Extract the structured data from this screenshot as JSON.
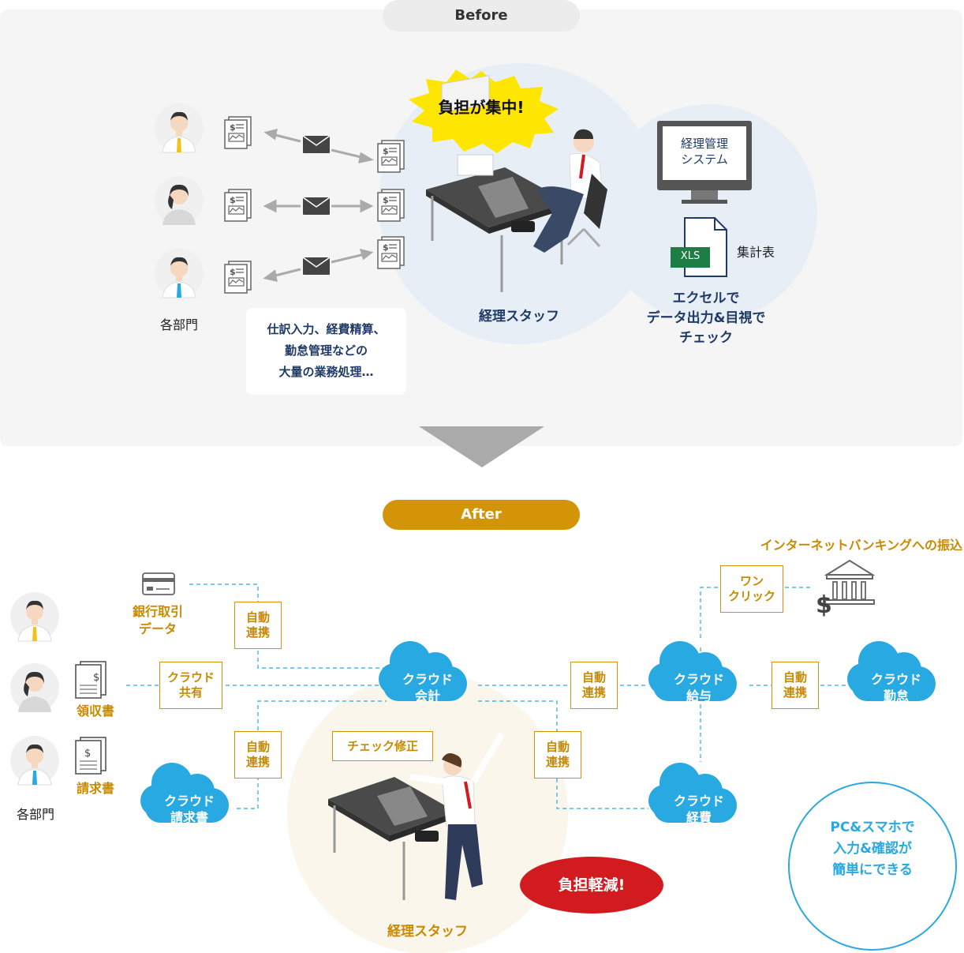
{
  "before": {
    "pill_label": "Before",
    "burden_label": "負担が集中!",
    "departments_label": "各部門",
    "staff_label": "経理スタッフ",
    "tasks_lines": [
      "仕訳入力、経費精算、",
      "勤怠管理などの",
      "大量の業務処理…"
    ],
    "system_lines": [
      "経理管理",
      "システム"
    ],
    "xls_badge": "XLS",
    "summary_label": "集計表",
    "excel_lines": [
      "エクセルで",
      "データ出力&目視で",
      "チェック"
    ]
  },
  "after": {
    "pill_label": "After",
    "internet_banking_label": "インターネットバンキングへの振込",
    "one_click_lines": [
      "ワン",
      "クリック"
    ],
    "bank_data_lines": [
      "銀行取引",
      "データ"
    ],
    "auto_link_lines": [
      "自動",
      "連携"
    ],
    "cloud_share_lines": [
      "クラウド",
      "共有"
    ],
    "receipt_label": "領収書",
    "invoice_label": "請求書",
    "departments_label": "各部門",
    "clouds": {
      "accounting": [
        "クラウド",
        "会計"
      ],
      "payroll": [
        "クラウド",
        "給与"
      ],
      "attendance": [
        "クラウド",
        "勤怠"
      ],
      "expenses": [
        "クラウド",
        "経費"
      ],
      "invoice": [
        "クラウド",
        "請求書"
      ]
    },
    "check_fix_label": "チェック修正",
    "burden_reduced_label": "負担軽減!",
    "staff_label": "経理スタッフ",
    "pc_lines": [
      "PC&スマホで",
      "入力&確認が",
      "簡単にできる"
    ]
  },
  "colors": {
    "cloud_blue": "#29a9e1",
    "accent_orange": "#d39407",
    "navy": "#1f3b66",
    "burden_yellow": "#ffe600",
    "reduced_red": "#d11b1e",
    "excel_green": "#1e7c45"
  }
}
